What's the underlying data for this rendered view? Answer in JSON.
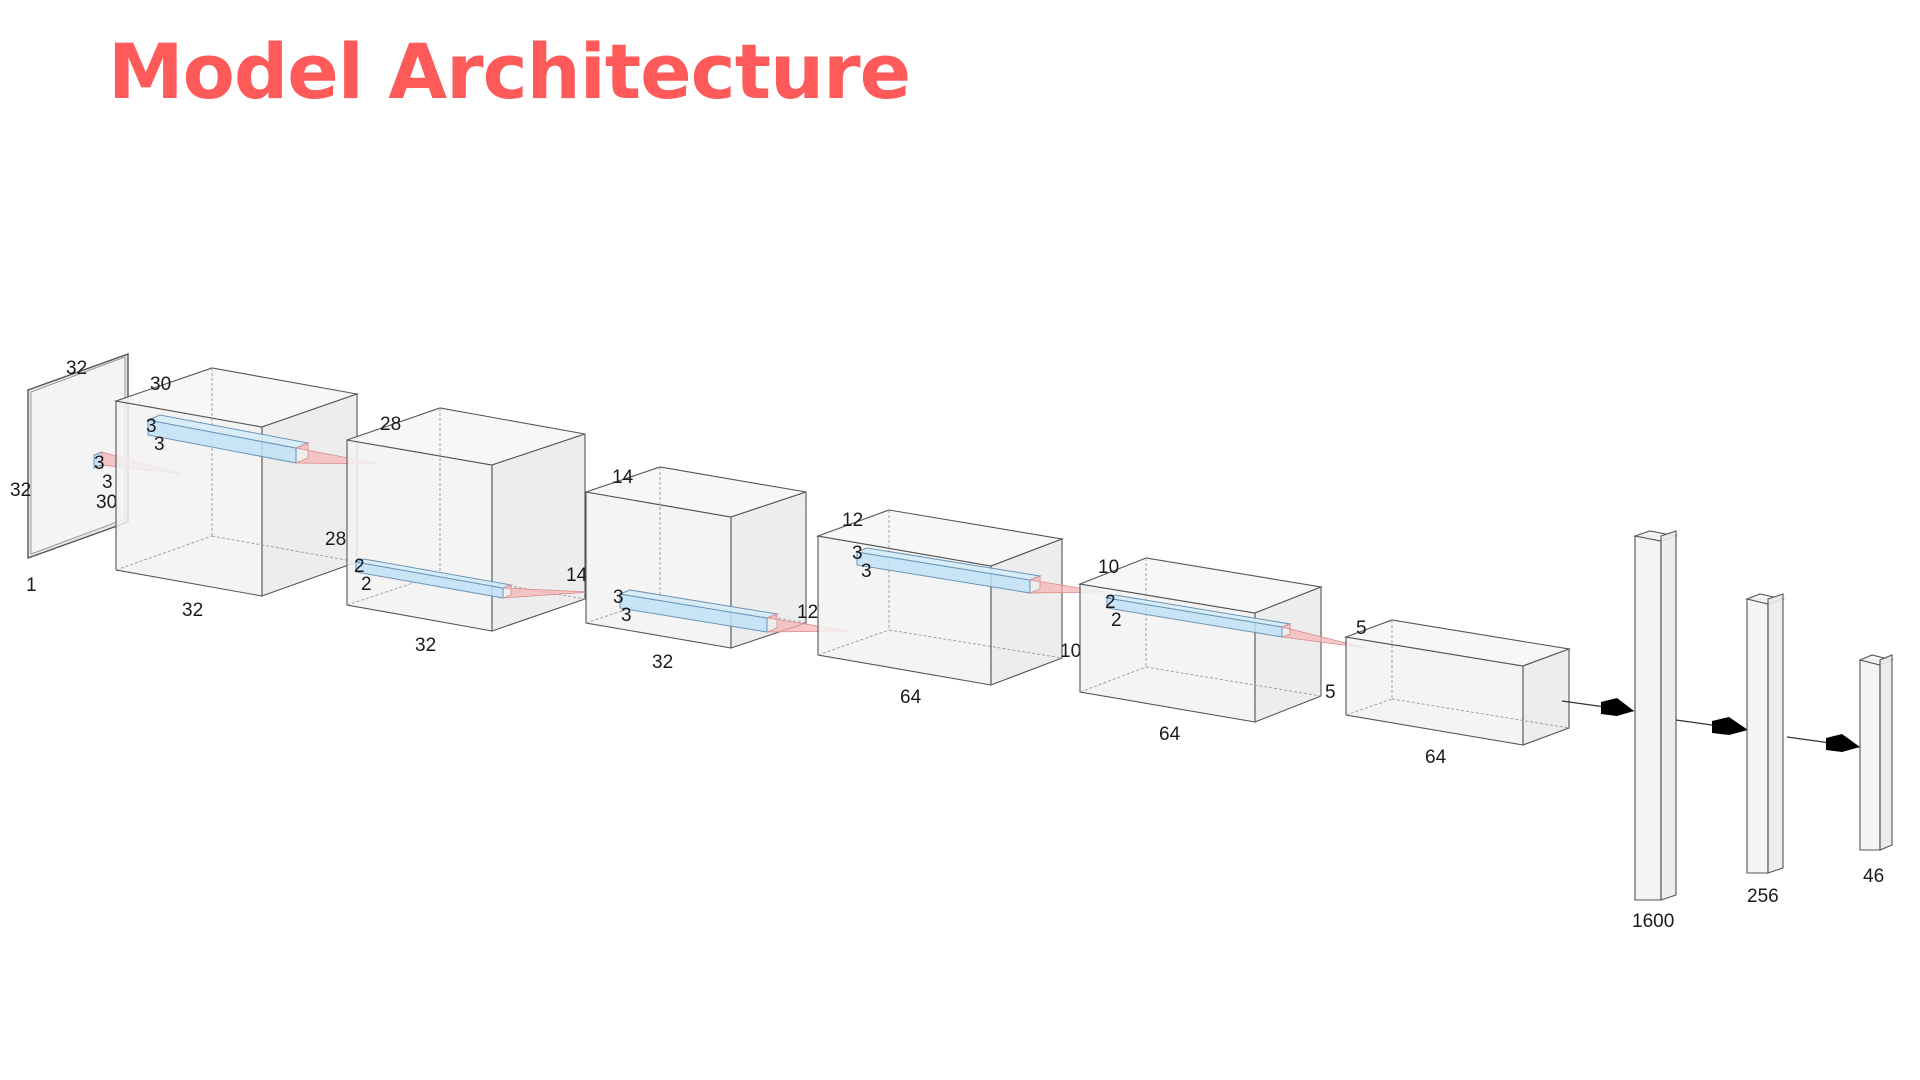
{
  "title": "Model Architecture",
  "labels": {
    "input": {
      "height": "32",
      "width": "32",
      "depth": "1",
      "k1": "3",
      "k2": "3",
      "out": "30"
    },
    "conv1": {
      "size": "30",
      "k1": "3",
      "k2": "3",
      "depth": "32",
      "out": "28"
    },
    "conv2": {
      "size": "28",
      "k1": "2",
      "k2": "2",
      "depth": "32",
      "out": "14"
    },
    "pool1": {
      "size": "14",
      "k1": "3",
      "k2": "3",
      "depth": "32",
      "out": "12"
    },
    "conv3": {
      "size": "12",
      "k1": "3",
      "k2": "3",
      "depth": "64",
      "out": "10"
    },
    "conv4": {
      "size": "10",
      "k1": "2",
      "k2": "2",
      "depth": "64",
      "out": "5"
    },
    "pool2": {
      "size": "5",
      "depth": "64"
    },
    "dense1": {
      "units": "1600"
    },
    "dense2": {
      "units": "256"
    },
    "dense3": {
      "units": "46"
    }
  },
  "colors": {
    "title": "#ff5a5a",
    "kernel": "#bfe0f6",
    "receptive_field": "#f5b5b5",
    "block_face": "#f2f2f2"
  }
}
